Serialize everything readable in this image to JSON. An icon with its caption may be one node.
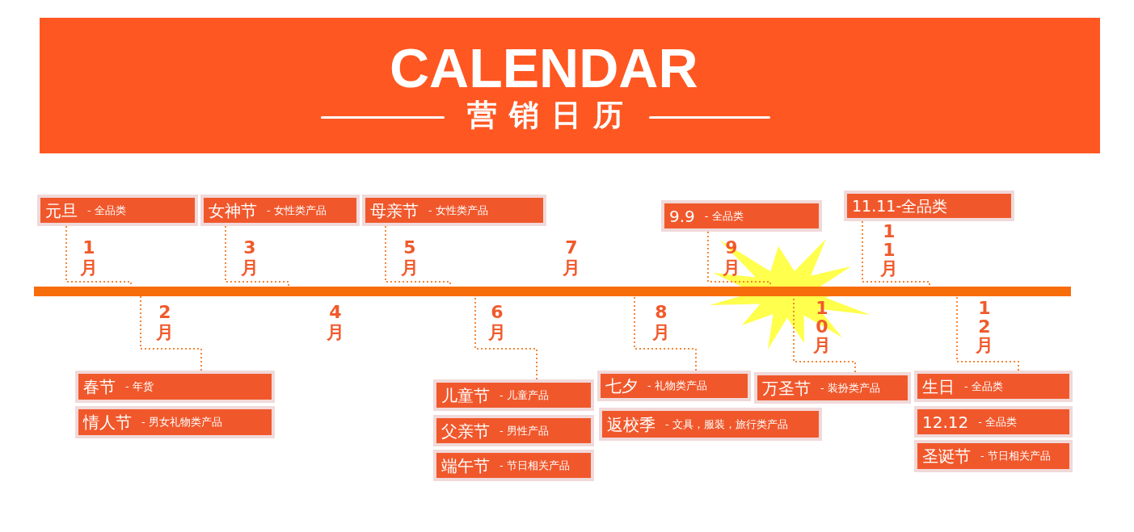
{
  "diagram": {
    "title": "CALENDAR",
    "nodes": [
      {
        "text": [
          "元旦",
          "- 全品类"
        ]
      },
      {
        "text": [
          "女神节",
          "- 女性类产品"
        ]
      },
      {
        "text": [
          "母亲节",
          "- 女性类产品"
        ]
      },
      {
        "text": [
          "9.9",
          "- 全品类"
        ]
      },
      {
        "text": [
          "11.11-全品类"
        ]
      },
      {
        "text": [],
        "shape": "bar"
      },
      {
        "text": [
          "春节",
          "- 年货"
        ]
      },
      {
        "text": [
          "情人节",
          "- 男女礼物类产品"
        ]
      },
      {
        "text": [
          "儿童节",
          "- 儿童产品"
        ]
      },
      {
        "text": [
          "父亲节",
          "- 男性产品"
        ]
      },
      {
        "text": [
          "端午节",
          "- 节日相关产品"
        ]
      },
      {
        "text": [
          "七夕",
          "- 礼物类产品"
        ]
      },
      {
        "text": [
          "返校季",
          "- 文具，服装，旅行类产品"
        ]
      },
      {
        "text": [
          "万圣节",
          "- 装扮类产品"
        ]
      },
      {
        "text": [
          "生日",
          "- 全品类"
        ]
      },
      {
        "text": [
          "12.12",
          "- 全品类"
        ]
      },
      {
        "text": [
          "圣诞节",
          "- 节日相关产品"
        ]
      }
    ],
    "edges": [
      {
        "from": 0,
        "to": 5,
        "arrow": "none"
      },
      {
        "from": 1,
        "to": 5,
        "arrow": "none"
      },
      {
        "from": 2,
        "to": 5,
        "arrow": "none"
      },
      {
        "from": 3,
        "to": 5,
        "arrow": "none"
      },
      {
        "from": 4,
        "to": 5,
        "arrow": "none"
      },
      {
        "from": 6,
        "to": 5,
        "arrow": "none"
      },
      {
        "from": 8,
        "to": 5,
        "arrow": "none"
      },
      {
        "from": 11,
        "to": 5,
        "arrow": "none"
      },
      {
        "from": 13,
        "to": 5,
        "arrow": "none"
      },
      {
        "from": 14,
        "to": 5,
        "arrow": "none"
      }
    ],
    "labels": [
      "营销日历",
      "1月",
      "2月",
      "3月",
      "4月",
      "5月",
      "6月",
      "7月",
      "8月",
      "9月",
      "10月",
      "11月",
      "12月"
    ]
  }
}
